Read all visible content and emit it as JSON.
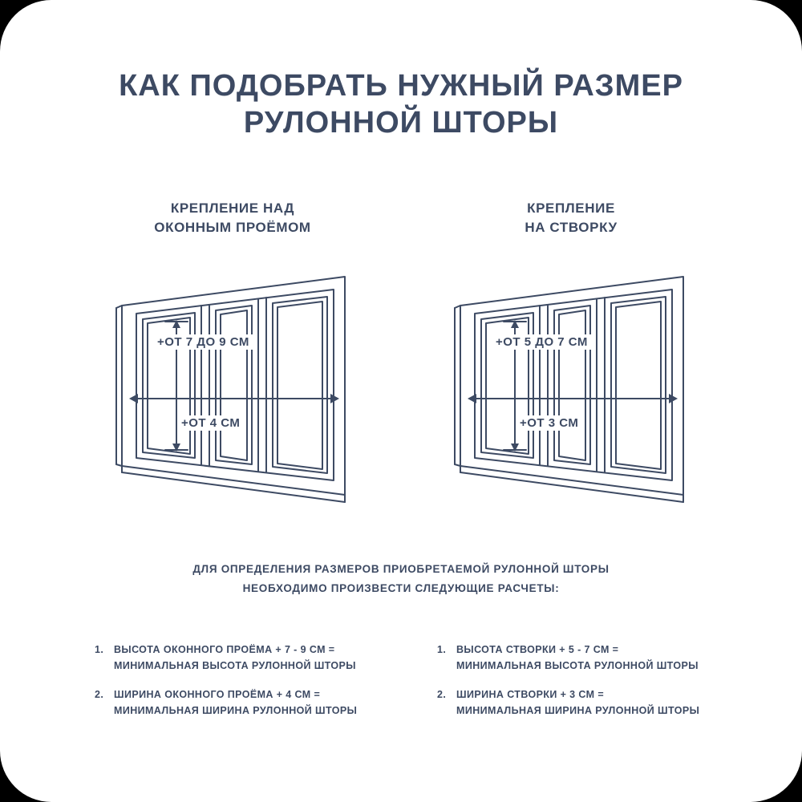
{
  "colors": {
    "background": "#000000",
    "card": "#ffffff",
    "ink": "#3d4a63"
  },
  "title": {
    "line1": "КАК ПОДОБРАТЬ НУЖНЫЙ РАЗМЕР",
    "line2": "РУЛОННОЙ ШТОРЫ"
  },
  "sections": [
    {
      "heading_line1": "КРЕПЛЕНИЕ НАД",
      "heading_line2": "ОКОННЫМ ПРОЁМОМ",
      "height_label": "+ОТ 7 ДО 9 СМ",
      "width_label": "+ОТ 4 СМ"
    },
    {
      "heading_line1": "КРЕПЛЕНИЕ",
      "heading_line2": "НА СТВОРКУ",
      "height_label": "+ОТ 5 ДО 7 СМ",
      "width_label": "+ОТ 3 СМ"
    }
  ],
  "note": {
    "line1": "ДЛЯ ОПРЕДЕЛЕНИЯ РАЗМЕРОВ ПРИОБРЕТАЕМОЙ РУЛОННОЙ ШТОРЫ",
    "line2": "НЕОБХОДИМО ПРОИЗВЕСТИ СЛЕДУЮЩИЕ РАСЧЕТЫ:"
  },
  "calculations": {
    "left": [
      {
        "num": "1.",
        "formula": "ВЫСОТА ОКОННОГО ПРОЁМА + 7 - 9 СМ =",
        "result": "МИНИМАЛЬНАЯ ВЫСОТА РУЛОННОЙ ШТОРЫ"
      },
      {
        "num": "2.",
        "formula": "ШИРИНА ОКОННОГО ПРОЁМА + 4 СМ =",
        "result": "МИНИМАЛЬНАЯ ШИРИНА РУЛОННОЙ ШТОРЫ"
      }
    ],
    "right": [
      {
        "num": "1.",
        "formula": "ВЫСОТА СТВОРКИ + 5 - 7 СМ =",
        "result": "МИНИМАЛЬНАЯ ВЫСОТА РУЛОННОЙ ШТОРЫ"
      },
      {
        "num": "2.",
        "formula": "ШИРИНА СТВОРКИ + 3 СМ =",
        "result": "МИНИМАЛЬНАЯ ШИРИНА РУЛОННОЙ ШТОРЫ"
      }
    ]
  }
}
